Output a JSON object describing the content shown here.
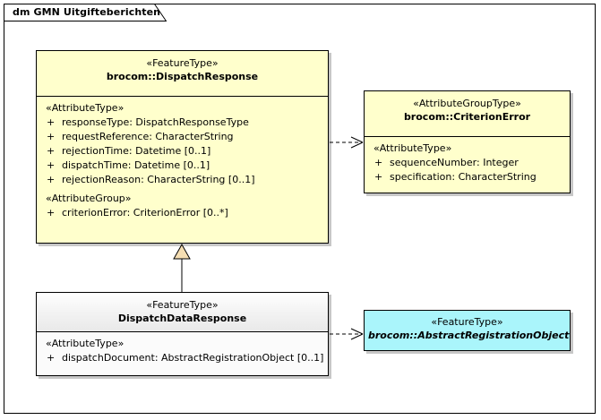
{
  "diagram": {
    "title": "dm GMN Uitgifteberichten",
    "background": "#ffffff",
    "border_color": "#000000"
  },
  "colors": {
    "feature_type_fill": "#ffffcc",
    "attribute_group_fill": "#ffffcc",
    "abstract_fill": "#aaf5fb",
    "plain_fill": "#fbfbfb",
    "header_gradient_fill": "#f0f0f0",
    "line": "#000000",
    "generalization_arrow_fill": "#f5deb3"
  },
  "classes": [
    {
      "id": "dispatch-response",
      "stereotype": "«FeatureType»",
      "name": "brocom::DispatchResponse",
      "abstract": false,
      "fill": "#ffffcc",
      "compartments": [
        {
          "group_label": "«AttributeType»",
          "attributes": [
            {
              "visibility": "+",
              "text": "responseType: DispatchResponseType"
            },
            {
              "visibility": "+",
              "text": "requestReference: CharacterString"
            },
            {
              "visibility": "+",
              "text": "rejectionTime: Datetime [0..1]"
            },
            {
              "visibility": "+",
              "text": "dispatchTime: Datetime [0..1]"
            },
            {
              "visibility": "+",
              "text": "rejectionReason: CharacterString [0..1]"
            }
          ]
        },
        {
          "group_label": "«AttributeGroup»",
          "attributes": [
            {
              "visibility": "+",
              "text": "criterionError: CriterionError [0..*]"
            }
          ]
        }
      ]
    },
    {
      "id": "criterion-error",
      "stereotype": "«AttributeGroupType»",
      "name": "brocom::CriterionError",
      "abstract": false,
      "fill": "#ffffcc",
      "compartments": [
        {
          "group_label": "«AttributeType»",
          "attributes": [
            {
              "visibility": "+",
              "text": "sequenceNumber: Integer"
            },
            {
              "visibility": "+",
              "text": "specification: CharacterString"
            }
          ]
        }
      ]
    },
    {
      "id": "dispatch-data-response",
      "stereotype": "«FeatureType»",
      "name": "DispatchDataResponse",
      "abstract": false,
      "fill": "#fbfbfb",
      "compartments": [
        {
          "group_label": "«AttributeType»",
          "attributes": [
            {
              "visibility": "+",
              "text": "dispatchDocument: AbstractRegistrationObject [0..1]"
            }
          ]
        }
      ]
    },
    {
      "id": "abstract-registration-object",
      "stereotype": "«FeatureType»",
      "name": "brocom::AbstractRegistrationObject",
      "abstract": true,
      "fill": "#aaf5fb",
      "compartments": []
    }
  ],
  "connectors": [
    {
      "id": "dep-dispatchresponse-criterionerror",
      "kind": "dependency",
      "line_style": "dashed",
      "arrow": "open",
      "from": "dispatch-response",
      "to": "criterion-error"
    },
    {
      "id": "gen-dispatchdataresponse-dispatchresponse",
      "kind": "generalization",
      "line_style": "solid",
      "arrow": "closed-triangle",
      "from": "dispatch-data-response",
      "to": "dispatch-response"
    },
    {
      "id": "dep-dispatchdataresponse-abstractregistrationobject",
      "kind": "dependency",
      "line_style": "dashed",
      "arrow": "open",
      "from": "dispatch-data-response",
      "to": "abstract-registration-object"
    }
  ]
}
